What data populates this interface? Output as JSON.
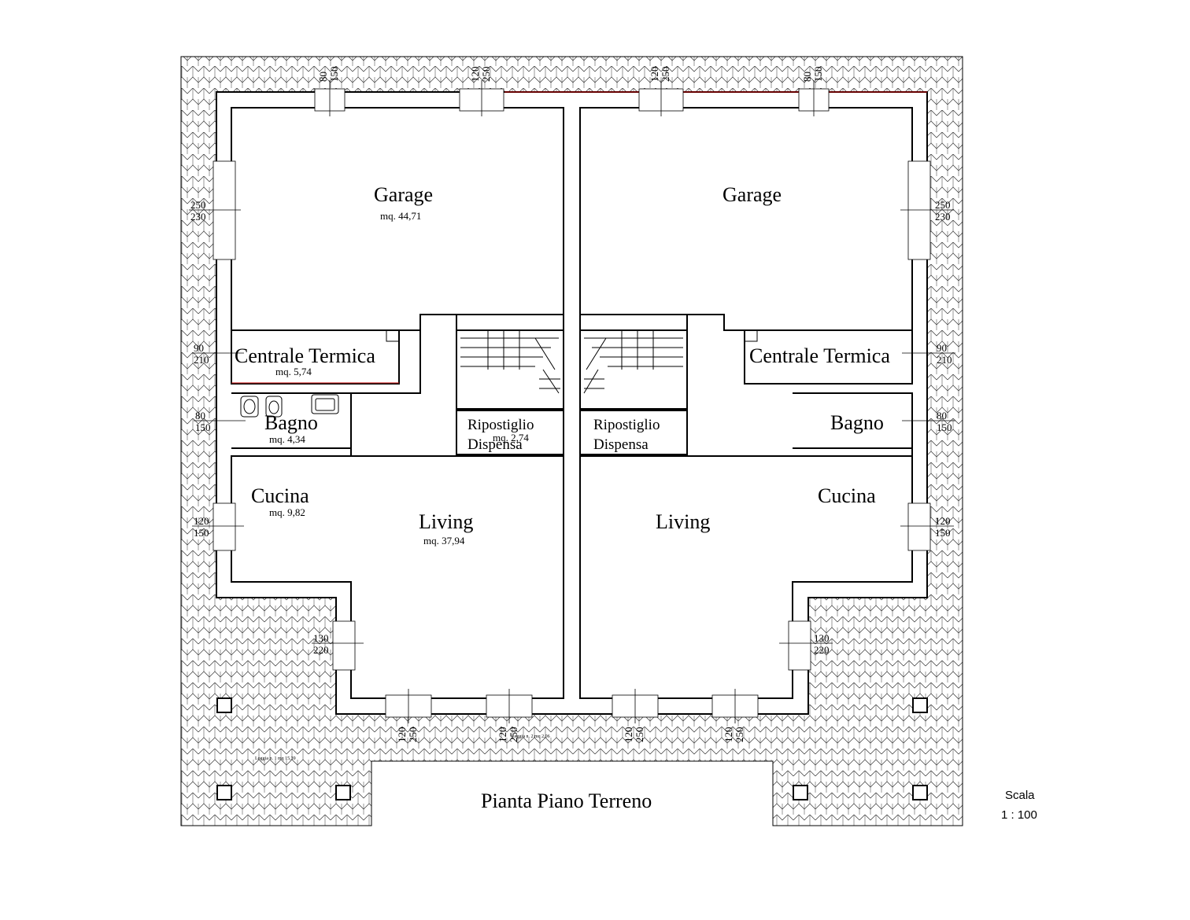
{
  "plan": {
    "title": "Pianta Piano Terreno",
    "scale_label": "Scala",
    "scale_value": "1 : 100",
    "colors": {
      "line": "#000000",
      "accent": "#cc0000",
      "background": "#ffffff"
    }
  },
  "rooms": {
    "left": {
      "garage": {
        "name": "Garage",
        "area": "mq. 44,71"
      },
      "centrale": {
        "name": "Centrale Termica",
        "area": "mq. 5,74"
      },
      "bagno": {
        "name": "Bagno",
        "area": "mq. 4,34"
      },
      "cucina": {
        "name": "Cucina",
        "area": "mq. 9,82"
      },
      "living": {
        "name": "Living",
        "area": "mq. 37,94"
      },
      "ripostiglio": {
        "name": "Ripostiglio",
        "name2": "Dispensa",
        "area": "mq. 2,74"
      }
    },
    "right": {
      "garage": {
        "name": "Garage"
      },
      "centrale": {
        "name": "Centrale Termica"
      },
      "bagno": {
        "name": "Bagno"
      },
      "cucina": {
        "name": "Cucina"
      },
      "living": {
        "name": "Living"
      },
      "ripostiglio": {
        "name": "Ripostiglio",
        "name2": "Dispensa"
      }
    }
  },
  "loggia": {
    "left": "Loggia n. 1 mq 15,39",
    "right": "Loggia n. 2 mq 2,06"
  },
  "dimensions": {
    "top": [
      {
        "a": "80",
        "b": "150"
      },
      {
        "a": "120",
        "b": "250"
      },
      {
        "a": "120",
        "b": "250"
      },
      {
        "a": "80",
        "b": "150"
      }
    ],
    "left": [
      {
        "a": "250",
        "b": "230"
      },
      {
        "a": "90",
        "b": "210"
      },
      {
        "a": "80",
        "b": "150"
      },
      {
        "a": "120",
        "b": "150"
      },
      {
        "a": "130",
        "b": "220"
      }
    ],
    "right": [
      {
        "a": "250",
        "b": "230"
      },
      {
        "a": "90",
        "b": "210"
      },
      {
        "a": "80",
        "b": "150"
      },
      {
        "a": "120",
        "b": "150"
      },
      {
        "a": "130",
        "b": "220"
      }
    ],
    "bottom": [
      {
        "a": "120",
        "b": "250"
      },
      {
        "a": "120",
        "b": "250"
      },
      {
        "a": "120",
        "b": "250"
      },
      {
        "a": "120",
        "b": "250"
      }
    ]
  }
}
